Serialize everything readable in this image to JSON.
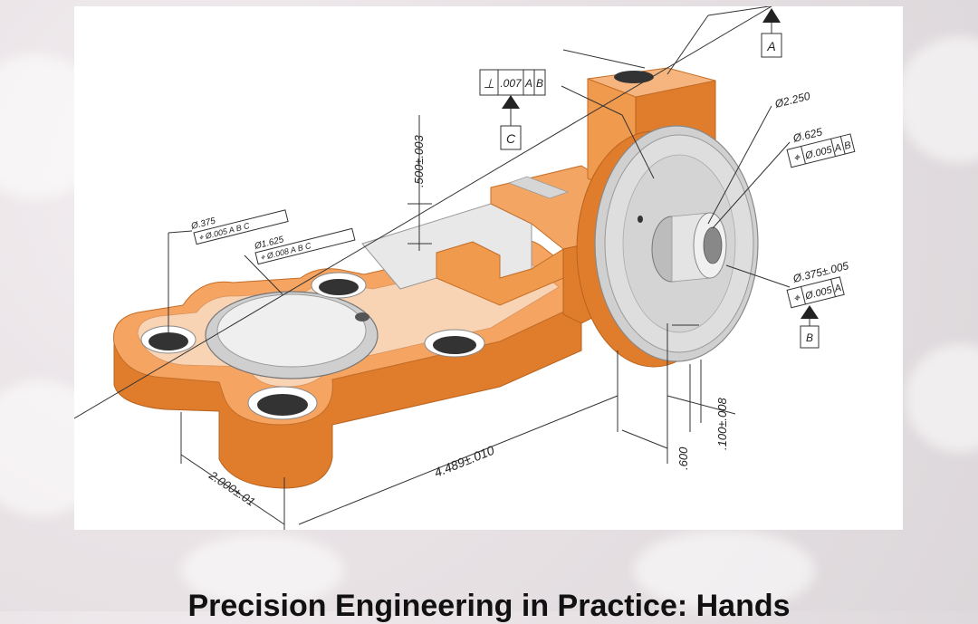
{
  "page": {
    "caption": "Precision Engineering in Practice: Hands"
  },
  "drawing": {
    "datum_a": "A",
    "datum_b": "B",
    "datum_c": "C",
    "perp_frame": {
      "symbol": "⊥",
      "tolerance": ".007",
      "ref1": "A",
      "ref2": "B"
    },
    "dia_2250": "Ø2.250",
    "dia_625": "Ø.625",
    "pos_625": {
      "symbol": "⌖",
      "tolerance": "Ø.005",
      "ref1": "A",
      "ref2": "B"
    },
    "dia_375_005": "Ø.375±.005",
    "pos_375": {
      "symbol": "⌖",
      "tolerance": "Ø.005",
      "ref1": "A"
    },
    "dim_500": ".500±.003",
    "dim_375_left": "Ø.375",
    "pos_375_left": "⌖ Ø.005 A B C",
    "dim_1625": "Ø1.625",
    "pos_1625": "⌖ Ø.008 A B C",
    "dim_4489": "4.489±.010",
    "dim_2000": "2.000±.01",
    "dim_600": ".600",
    "dim_100": ".100±.008"
  },
  "colors": {
    "part_orange": "#f0913f",
    "part_orange_dark": "#d8762a",
    "part_gray": "#d9d9d9"
  }
}
